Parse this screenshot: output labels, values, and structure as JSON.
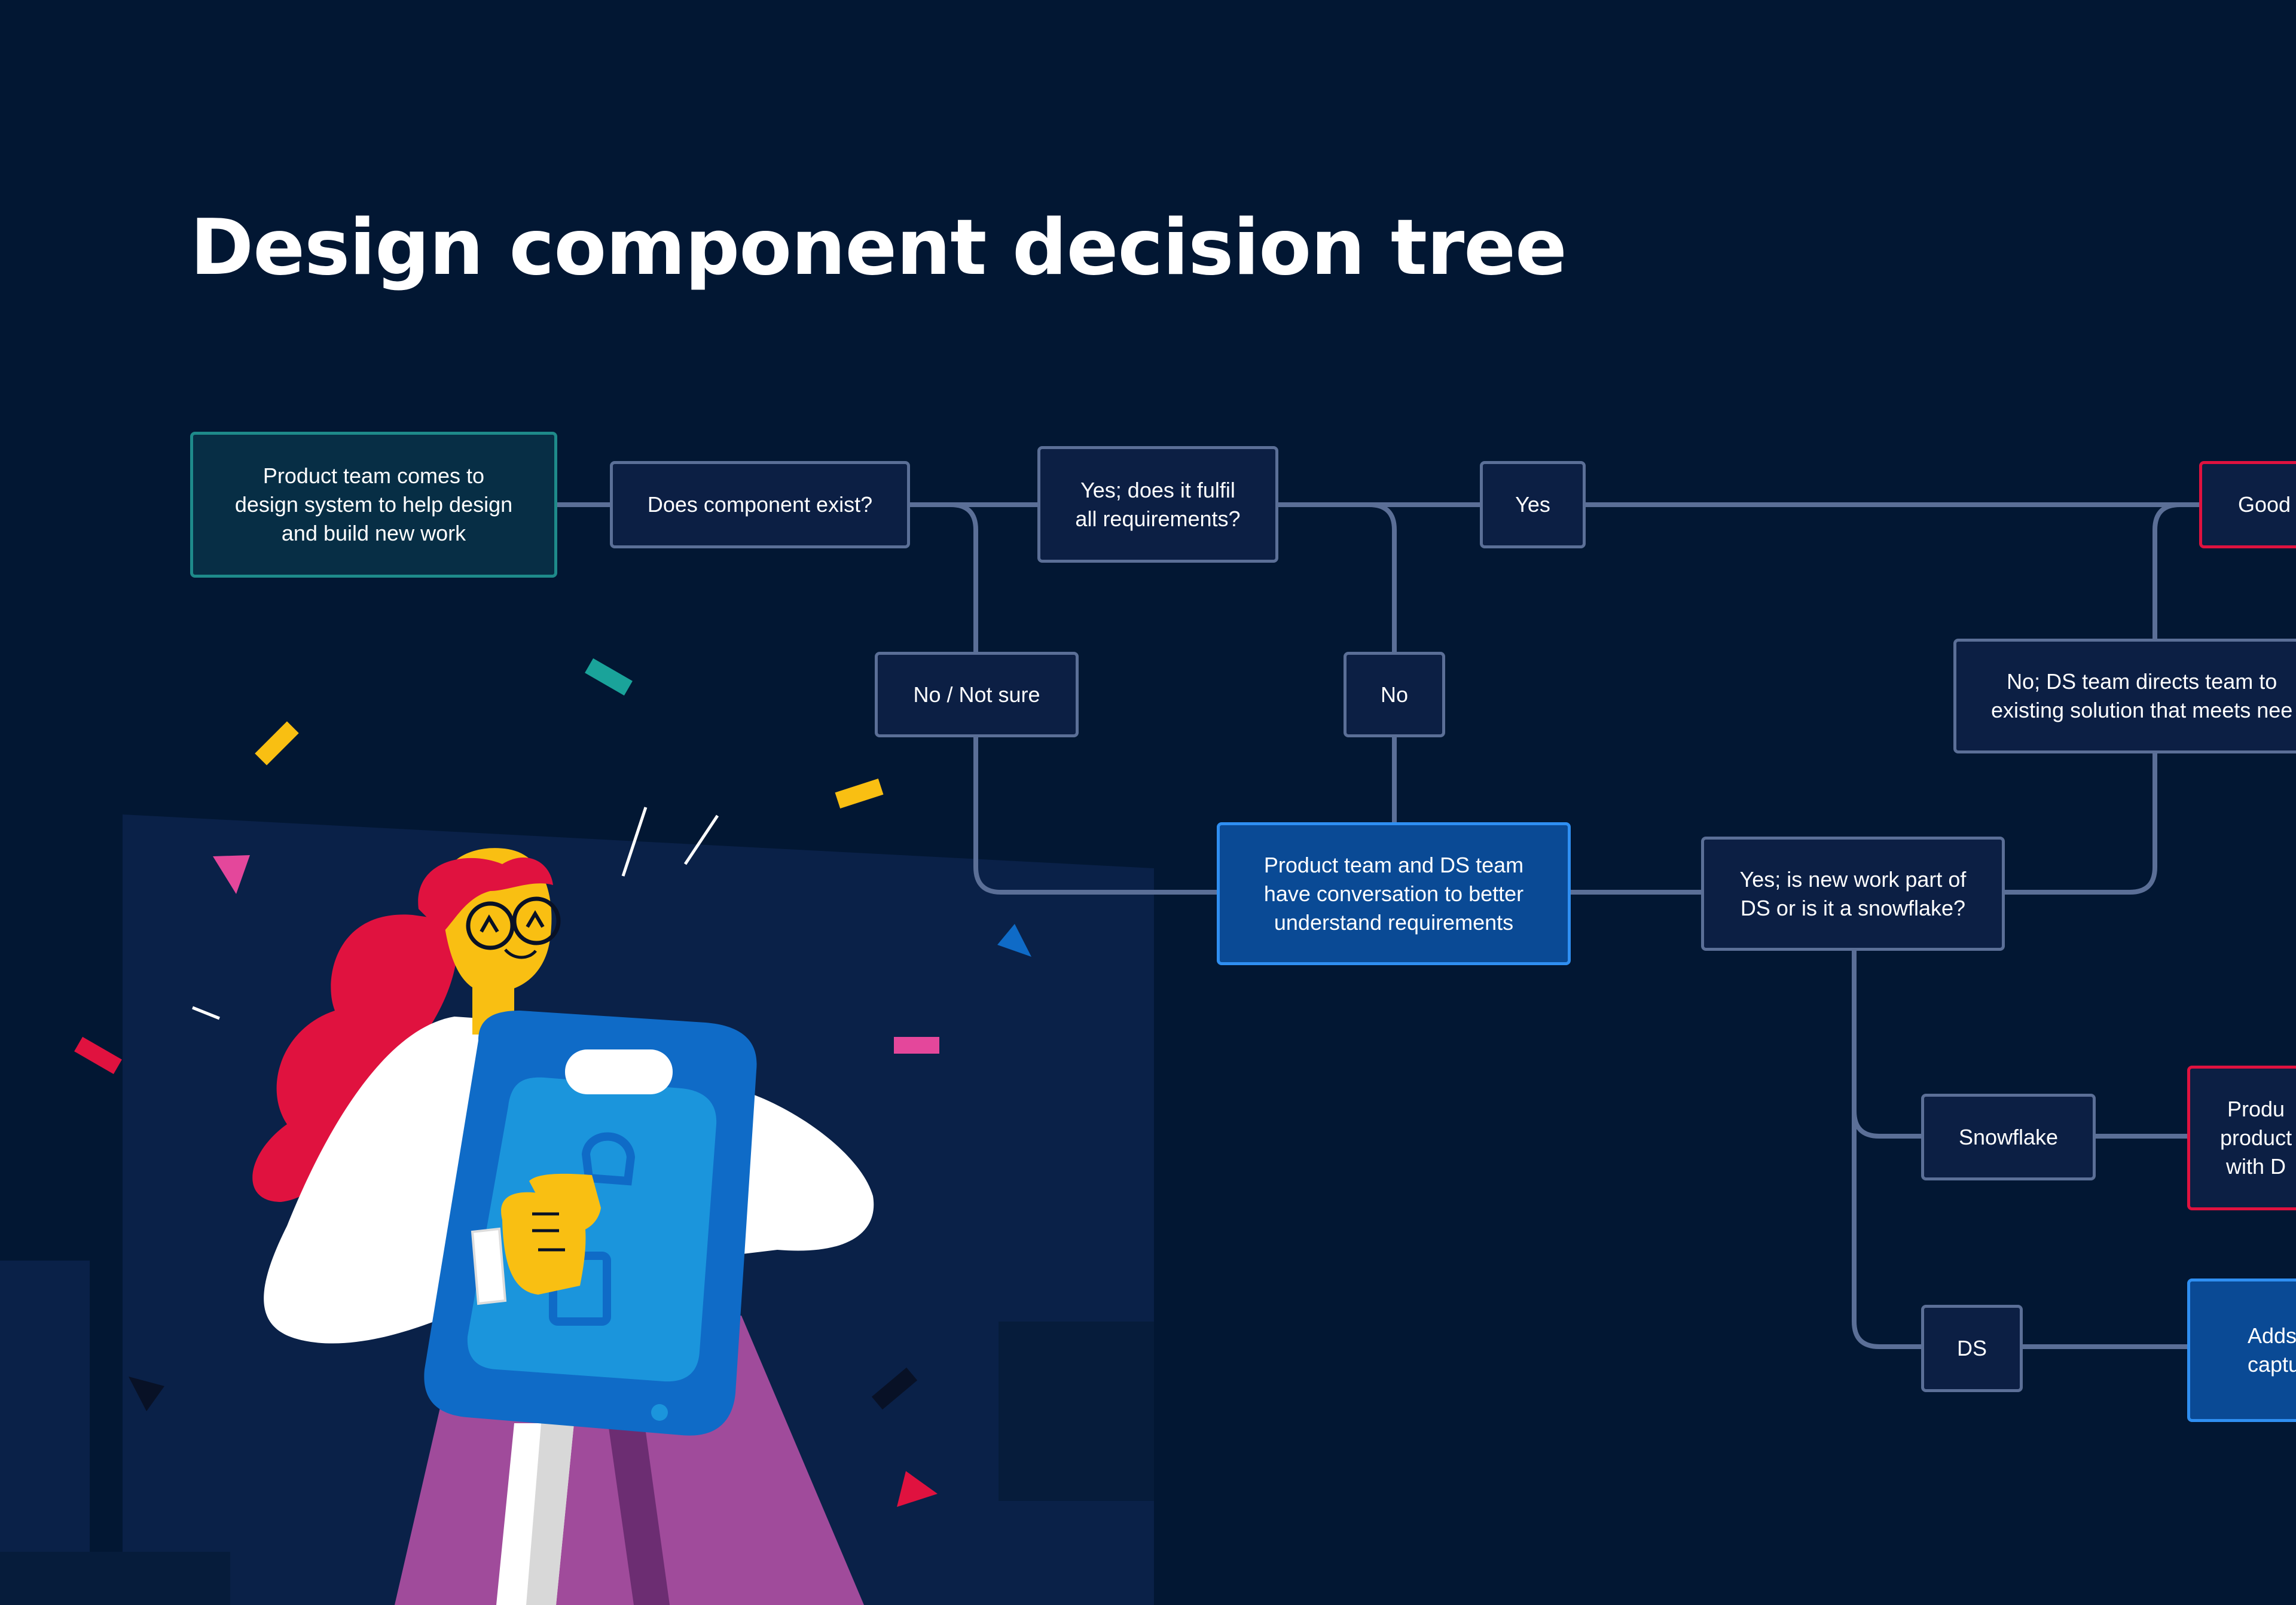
{
  "title": "Design component decision tree",
  "colors": {
    "background": "#021733",
    "connector": "#5b6f97",
    "highlight": "#2f8ff2",
    "alert": "#e0123f",
    "start": "#1e8a8a"
  },
  "nodes": {
    "start": "Product team comes to\ndesign system to help design\nand build new work",
    "component_exists": "Does component exist?",
    "fulfil_requirements": "Yes; does it fulfil\nall requirements?",
    "yes": "Yes",
    "good": "Good",
    "no_not_sure": "No / Not sure",
    "no": "No",
    "conversation": "Product team and DS team\nhave conversation to better\nunderstand requirements",
    "new_work_part": "Yes; is new work part of\nDS or is it a snowflake?",
    "ds_directs": "No; DS team directs team to\nexisting solution that meets nee",
    "snowflake": "Snowflake",
    "snowflake_outcome": "Produ\nproduct\nwith D",
    "ds": "DS",
    "ds_outcome": "Adds\ncaptu"
  }
}
